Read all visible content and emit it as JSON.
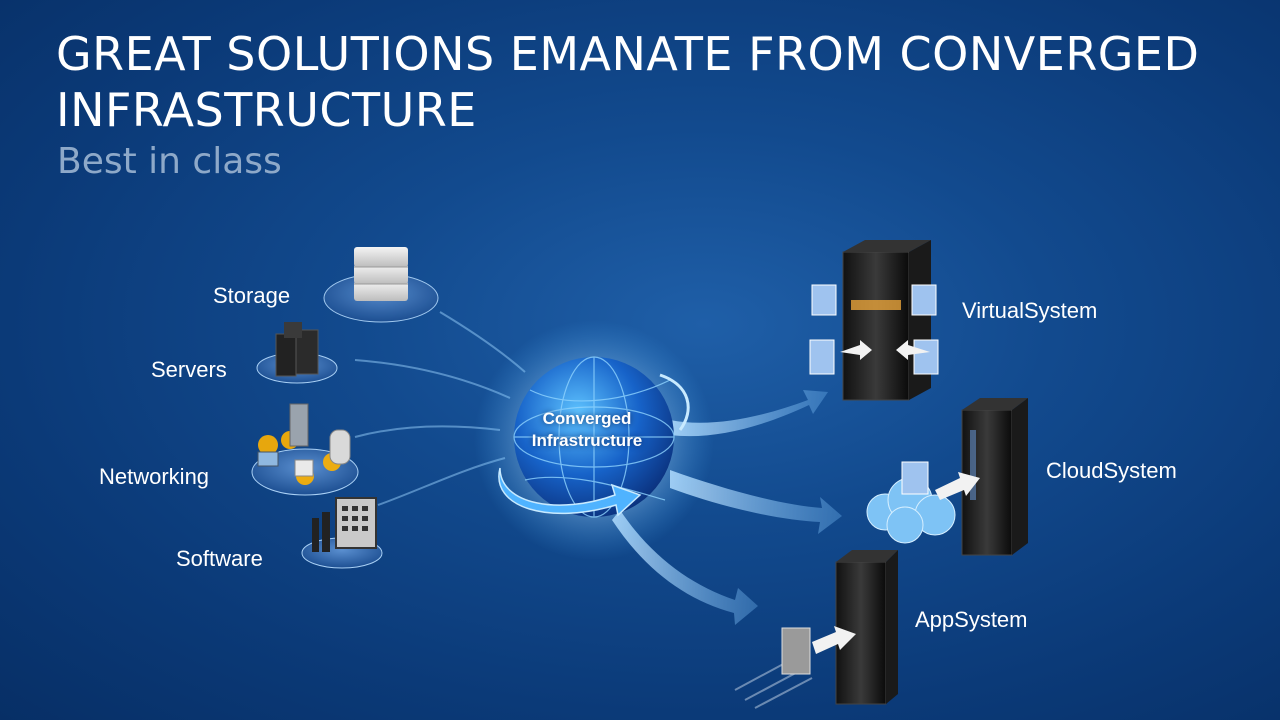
{
  "slide": {
    "title": "GREAT SOLUTIONS EMANATE FROM CONVERGED INFRASTRUCTURE",
    "subtitle": "Best in class"
  },
  "inputs": [
    {
      "label": "Storage",
      "icon": "storage-icon"
    },
    {
      "label": "Servers",
      "icon": "servers-icon"
    },
    {
      "label": "Networking",
      "icon": "networking-icon"
    },
    {
      "label": "Software",
      "icon": "software-icon"
    }
  ],
  "hub": {
    "line1": "Converged",
    "line2": "Infrastructure",
    "icon": "globe-icon"
  },
  "outputs": [
    {
      "label": "VirtualSystem",
      "icon": "rack-server-icon"
    },
    {
      "label": "CloudSystem",
      "icon": "rack-cloud-icon"
    },
    {
      "label": "AppSystem",
      "icon": "rack-app-icon"
    }
  ],
  "colors": {
    "background": "#0b3a78",
    "title": "#ffffff",
    "subtitle": "#8ea9c9",
    "accent": "#4fb3ff"
  }
}
